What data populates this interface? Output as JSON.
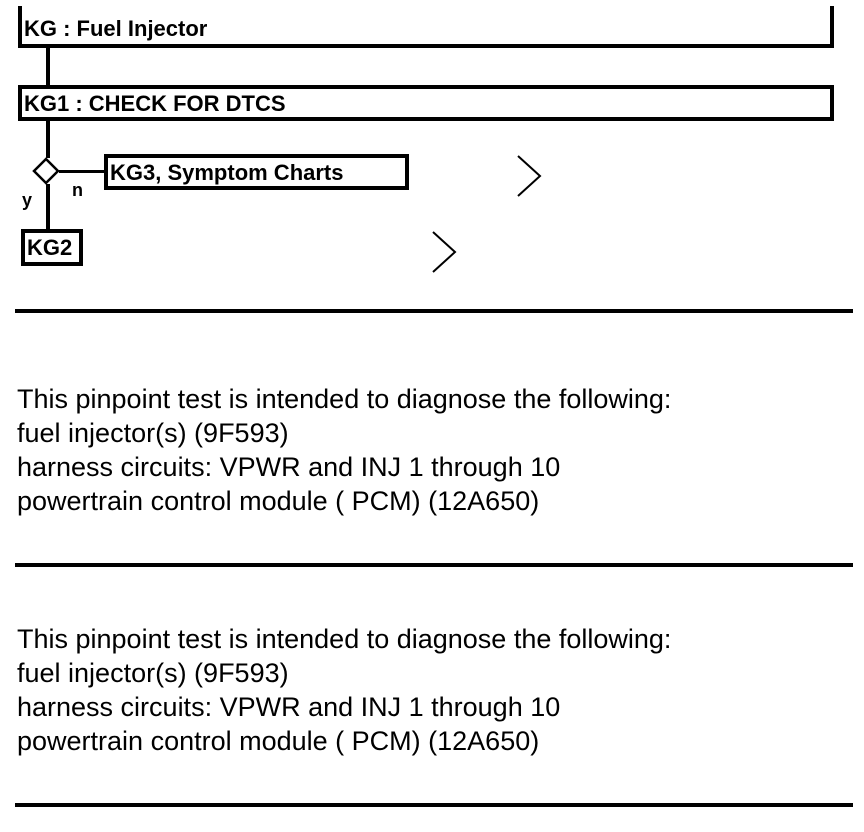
{
  "flowchart": {
    "title_box": "KG : Fuel Injector",
    "step_box": "KG1 : CHECK FOR DTCS",
    "no_branch_box": "KG3, Symptom Charts",
    "yes_branch_box": "KG2",
    "yes_label": "y",
    "no_label": "n"
  },
  "sections": [
    {
      "lines": [
        "This pinpoint test is intended to diagnose the following:",
        "fuel injector(s) (9F593)",
        "harness circuits: VPWR and INJ 1 through 10",
        "powertrain control module ( PCM) (12A650)"
      ]
    },
    {
      "lines": [
        "This pinpoint test is intended to diagnose the following:",
        "fuel injector(s) (9F593)",
        "harness circuits: VPWR and INJ 1 through 10",
        "powertrain control module ( PCM) (12A650)"
      ]
    }
  ]
}
